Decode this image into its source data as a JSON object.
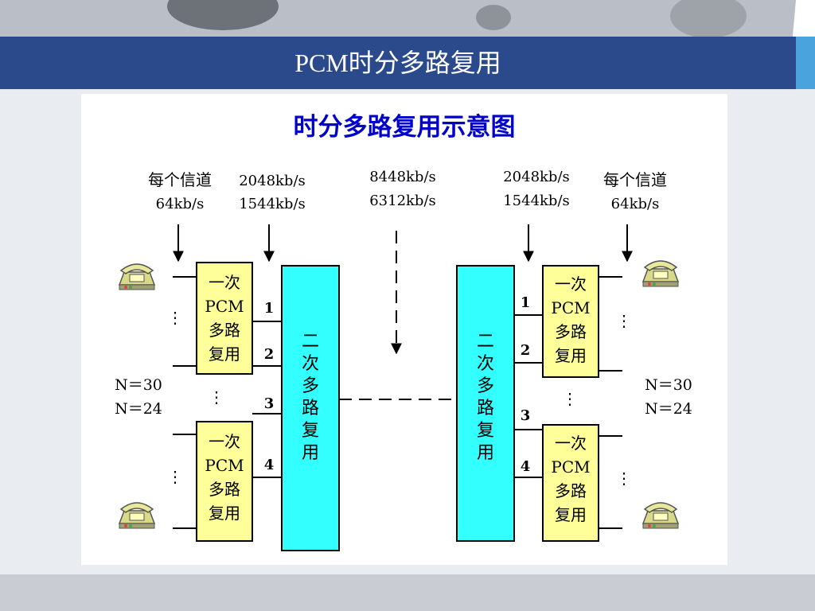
{
  "slide": {
    "title": "PCM时分多路复用"
  },
  "diagram": {
    "title": "时分多路复用示意图",
    "left": {
      "channel_label": "每个信道",
      "channel_rate": "64kb/s",
      "rate_1": "2048kb/s",
      "rate_2": "1544kb/s",
      "n1": "N＝30",
      "n2": "N＝24"
    },
    "middle": {
      "rate_1": "8448kb/s",
      "rate_2": "6312kb/s"
    },
    "right": {
      "rate_1": "2048kb/s",
      "rate_2": "1544kb/s",
      "channel_label": "每个信道",
      "channel_rate": "64kb/s",
      "n1": "N＝30",
      "n2": "N＝24"
    },
    "primary_mux": {
      "line1": "一次",
      "line2": "PCM",
      "line3": "多路",
      "line4": "复用"
    },
    "secondary_mux": [
      "二",
      "次",
      "多",
      "路",
      "复",
      "用"
    ],
    "ports": [
      "1",
      "2",
      "3",
      "4"
    ],
    "ellipsis": "⋮"
  },
  "colors": {
    "title_bar": "#2b4a8c",
    "primary_box": "#ffff99",
    "secondary_box": "#33ffff",
    "heading": "#0000c8"
  }
}
